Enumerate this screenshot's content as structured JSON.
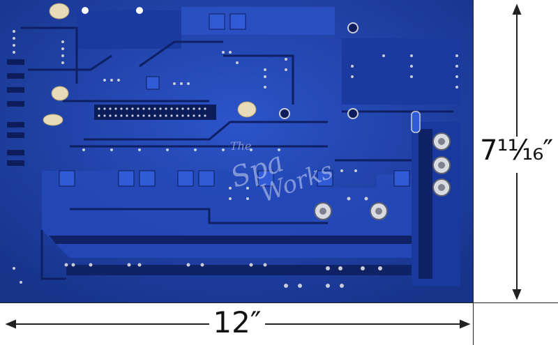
{
  "dimensions": {
    "width_label": "12″",
    "height_label": "7¹¹⁄₁₆″"
  },
  "watermark": {
    "line1": "The",
    "line2": "Spa",
    "line3": "Works"
  },
  "colors": {
    "board_blue": "#1e3fa0",
    "trace_blue": "#2f5bd6",
    "dark_blue": "#0d1c5a",
    "solder_silver": "#c9ccd6",
    "standoff_cream": "#e8dcb8",
    "line_color": "#222222"
  }
}
